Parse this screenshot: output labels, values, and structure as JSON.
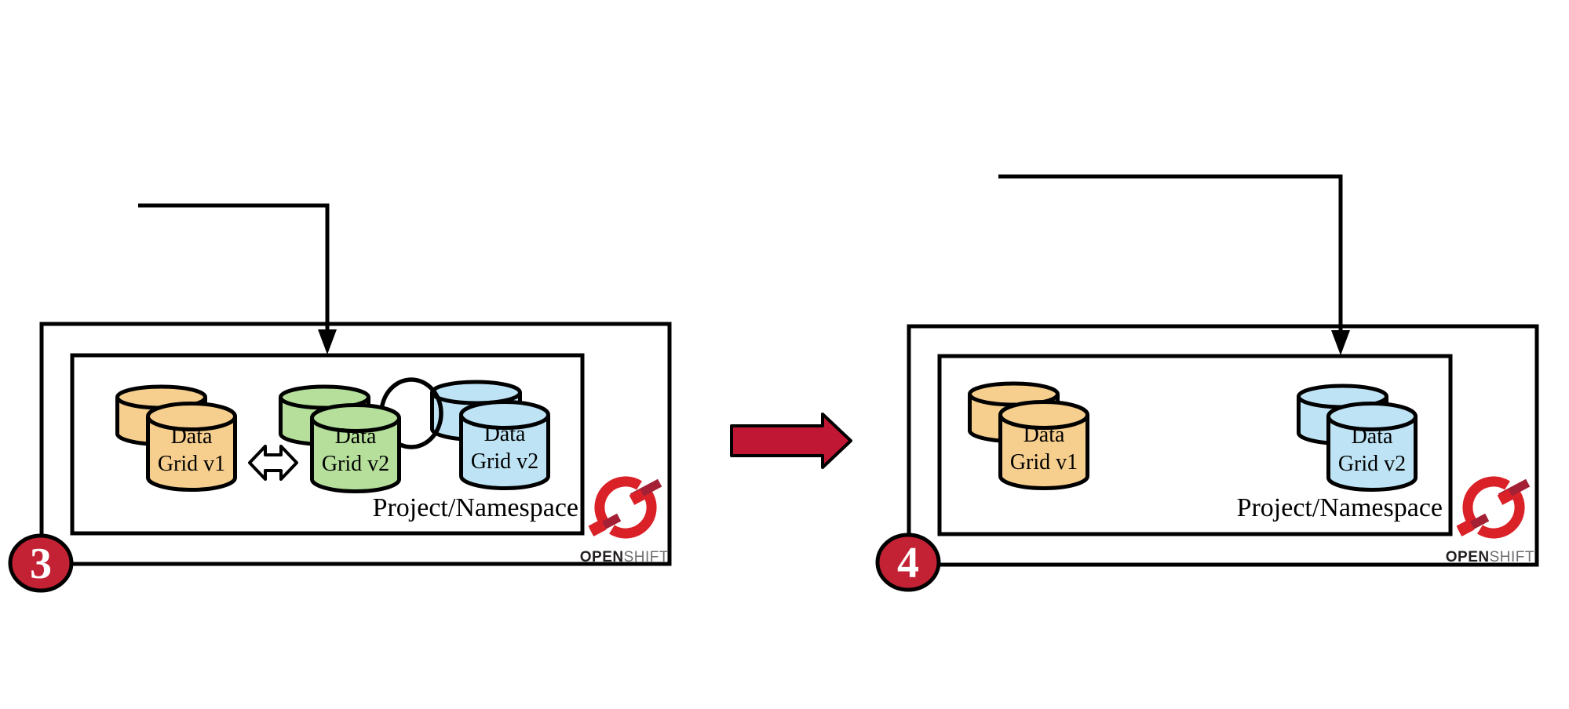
{
  "panels": [
    {
      "step_badge": "3",
      "project_label": "Project/Namespace",
      "brand": {
        "open": "OPEN",
        "shift": "SHIFT"
      },
      "clusters": [
        {
          "name": "data-grid-v1",
          "color_key": "orange",
          "label_line1": "Data",
          "label_line2": "Grid v1"
        },
        {
          "name": "data-grid-v2-green",
          "color_key": "green",
          "label_line1": "Data",
          "label_line2": "Grid v2"
        },
        {
          "name": "data-grid-v2-blue",
          "color_key": "blue",
          "label_line1": "Data",
          "label_line2": "Grid v2"
        }
      ]
    },
    {
      "step_badge": "4",
      "project_label": "Project/Namespace",
      "brand": {
        "open": "OPEN",
        "shift": "SHIFT"
      },
      "clusters": [
        {
          "name": "data-grid-v1",
          "color_key": "orange",
          "label_line1": "Data",
          "label_line2": "Grid v1"
        },
        {
          "name": "data-grid-v2-blue",
          "color_key": "blue",
          "label_line1": "Data",
          "label_line2": "Grid v2"
        }
      ]
    }
  ],
  "colors": {
    "orange": "#F6CE8E",
    "green": "#B5DF9B",
    "blue": "#BEE3F4",
    "badge_red": "#C32134",
    "arrow_red": "#C01834",
    "logo_red": "#DB2128",
    "logo_dark_red": "#A32035",
    "open_text": "#231F20",
    "shift_text": "#6D6E71"
  }
}
